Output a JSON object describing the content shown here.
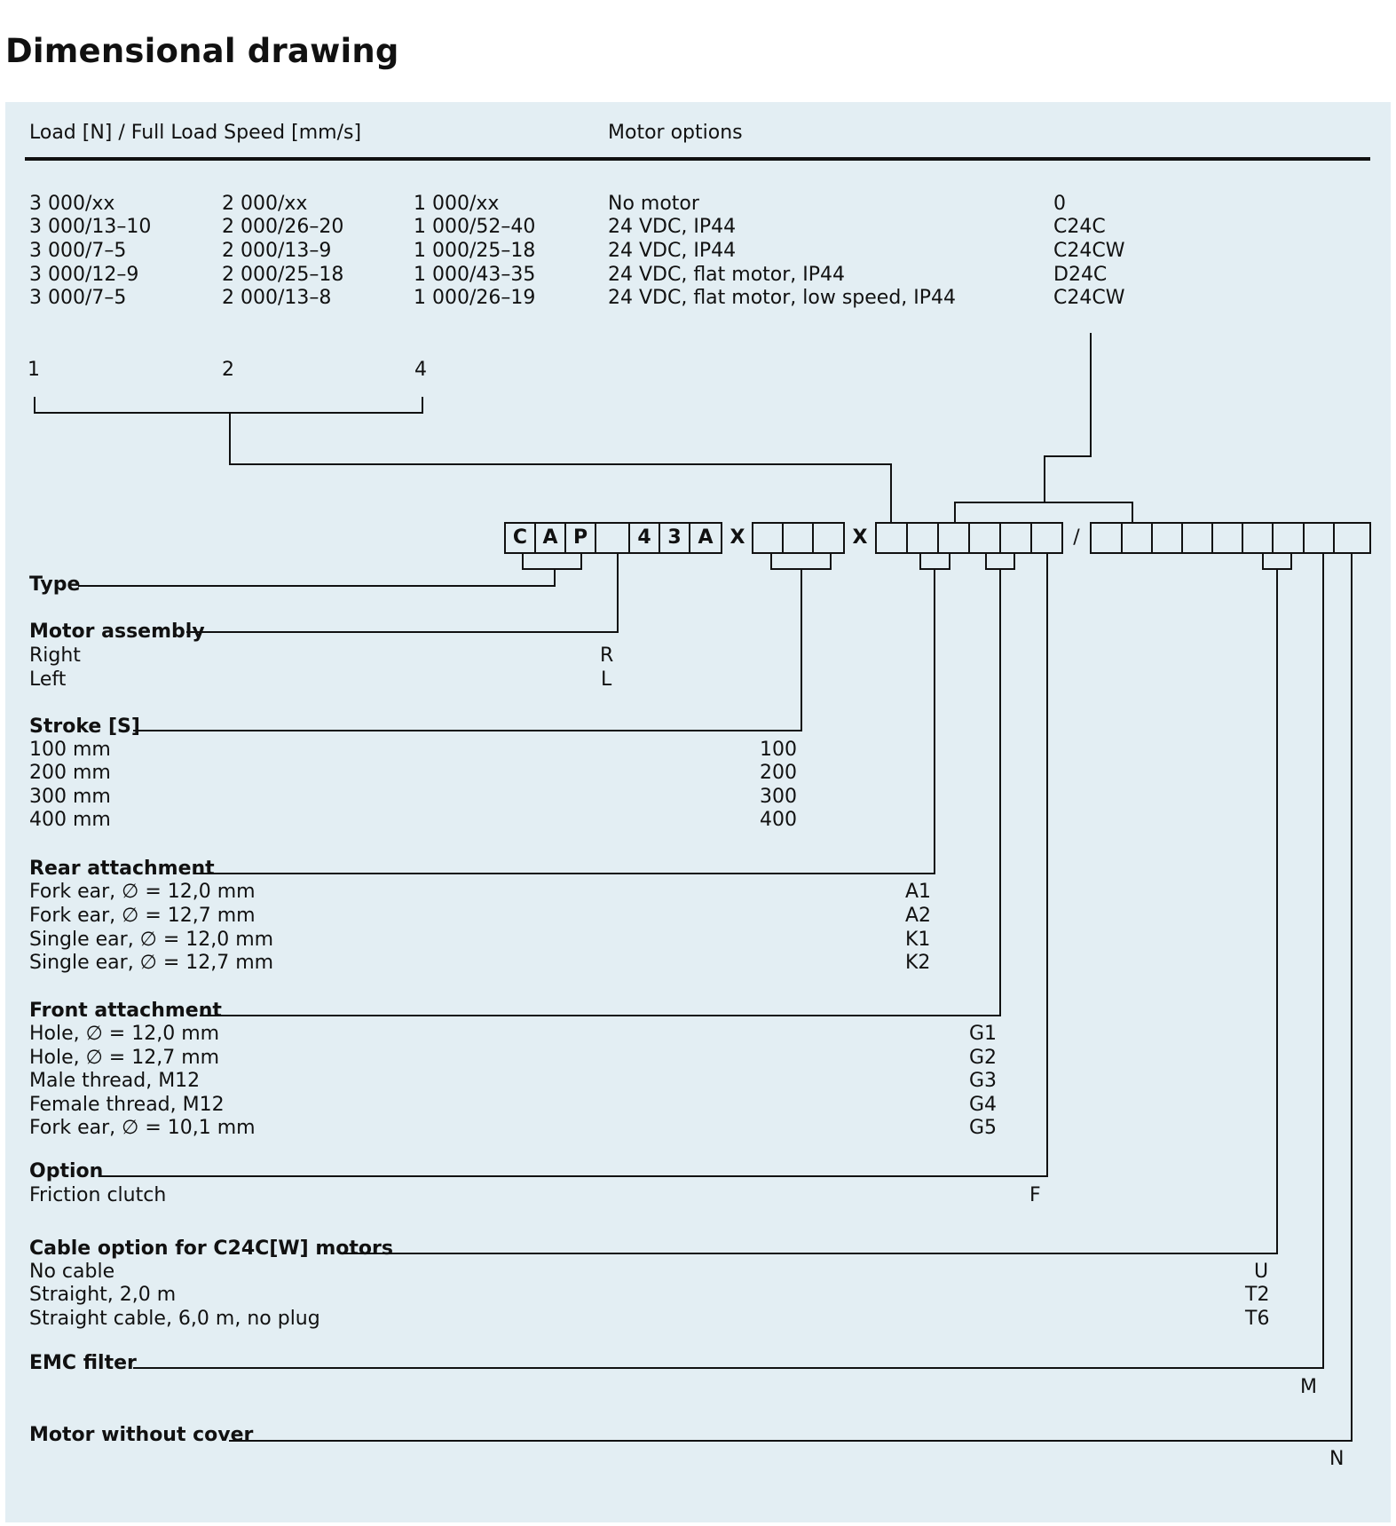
{
  "title": "Dimensional drawing",
  "header": {
    "col1": "Load [N] / Full Load Speed [mm/s]",
    "col2": "Motor options"
  },
  "load_table": {
    "col_3000": [
      "3 000/xx",
      "3 000/13–10",
      "3 000/7–5",
      "3 000/12–9",
      "3 000/7–5"
    ],
    "col_2000": [
      "2 000/xx",
      "2 000/26–20",
      "2 000/13–9",
      "2 000/25–18",
      "2 000/13–8"
    ],
    "col_1000": [
      "1 000/xx",
      "1 000/52–40",
      "1 000/25–18",
      "1 000/43–35",
      "1 000/26–19"
    ]
  },
  "motor_options": {
    "names": [
      "No motor",
      "24 VDC, IP44",
      "24 VDC, IP44",
      "24 VDC, flat motor, IP44",
      "24 VDC, flat motor, low speed, IP44"
    ],
    "codes": [
      "0",
      "C24C",
      "C24CW",
      "D24C",
      "C24CW"
    ]
  },
  "load_codes": [
    "1",
    "2",
    "4"
  ],
  "code_boxes": {
    "group1": [
      "C",
      "A",
      "P",
      "",
      "4",
      "3",
      "A"
    ],
    "sep1": "X",
    "sep2": "X",
    "sep3": "/"
  },
  "sections": {
    "type": {
      "label": "Type"
    },
    "motor_assembly": {
      "label": "Motor assembly",
      "items": [
        "Right",
        "Left"
      ],
      "codes": [
        "R",
        "L"
      ]
    },
    "stroke": {
      "label": "Stroke [S]",
      "items": [
        "100 mm",
        "200 mm",
        "300 mm",
        "400 mm"
      ],
      "codes": [
        "100",
        "200",
        "300",
        "400"
      ]
    },
    "rear_attachment": {
      "label": "Rear attachment",
      "items": [
        "Fork ear, ∅ = 12,0 mm",
        "Fork ear, ∅ = 12,7 mm",
        "Single ear, ∅ = 12,0 mm",
        "Single ear, ∅ = 12,7 mm"
      ],
      "codes": [
        "A1",
        "A2",
        "K1",
        "K2"
      ]
    },
    "front_attachment": {
      "label": "Front attachment",
      "items": [
        "Hole, ∅ = 12,0 mm",
        "Hole, ∅ = 12,7 mm",
        "Male thread, M12",
        "Female thread, M12",
        "Fork ear, ∅ = 10,1 mm"
      ],
      "codes": [
        "G1",
        "G2",
        "G3",
        "G4",
        "G5"
      ]
    },
    "option": {
      "label": "Option",
      "items": [
        "Friction clutch"
      ],
      "codes": [
        "F"
      ]
    },
    "cable_option": {
      "label": "Cable option for C24C[W] motors",
      "items": [
        "No cable",
        "Straight, 2,0 m",
        "Straight cable, 6,0 m, no plug"
      ],
      "codes": [
        "U",
        "T2",
        "T6"
      ]
    },
    "emc_filter": {
      "label": "EMC filter",
      "codes": [
        "M"
      ]
    },
    "motor_without_cover": {
      "label": "Motor without cover",
      "codes": [
        "N"
      ]
    }
  },
  "colors": {
    "panel": "#e3eef3",
    "ink": "#111111"
  }
}
